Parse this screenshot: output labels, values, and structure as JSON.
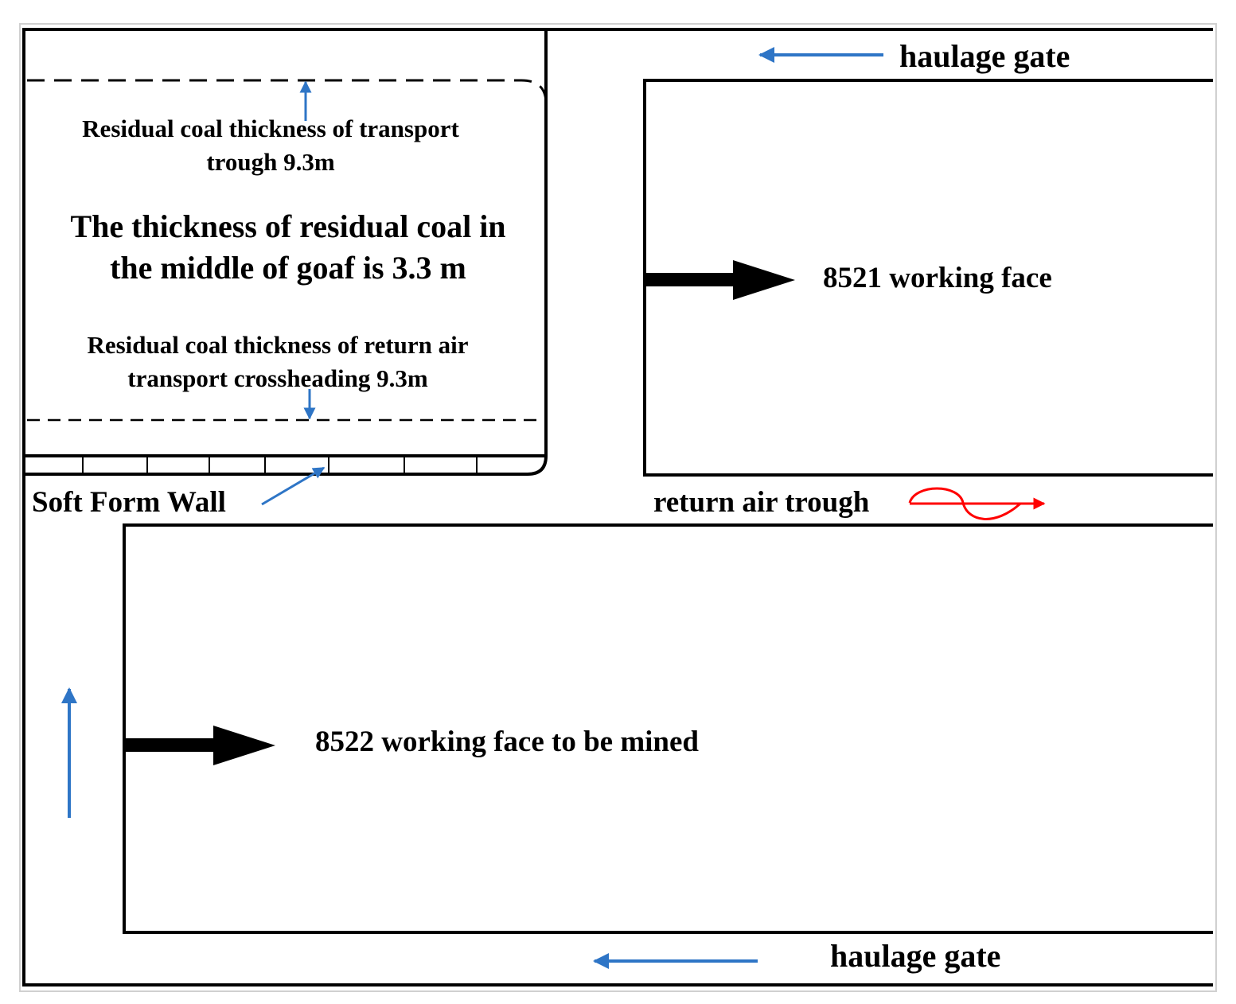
{
  "labels": {
    "haulage_gate_top": "haulage gate",
    "haulage_gate_bottom": "haulage gate",
    "residual_transport_line1": "Residual coal thickness of transport",
    "residual_transport_line2": "trough 9.3m",
    "middle_goaf_line1": "The thickness of residual coal in",
    "middle_goaf_line2": "the middle of goaf is 3.3 m",
    "residual_return_line1": "Residual coal thickness of return air",
    "residual_return_line2": "transport crossheading 9.3m",
    "soft_form_wall": "Soft Form Wall",
    "return_air_trough": "return air trough",
    "face_8521": "8521 working face",
    "face_8522": "8522 working face to be mined"
  },
  "colors": {
    "line": "#000000",
    "airflow_arrow": "#2e75c6",
    "return_air_arrow": "#ff0000",
    "border": "#c8c8c8"
  }
}
